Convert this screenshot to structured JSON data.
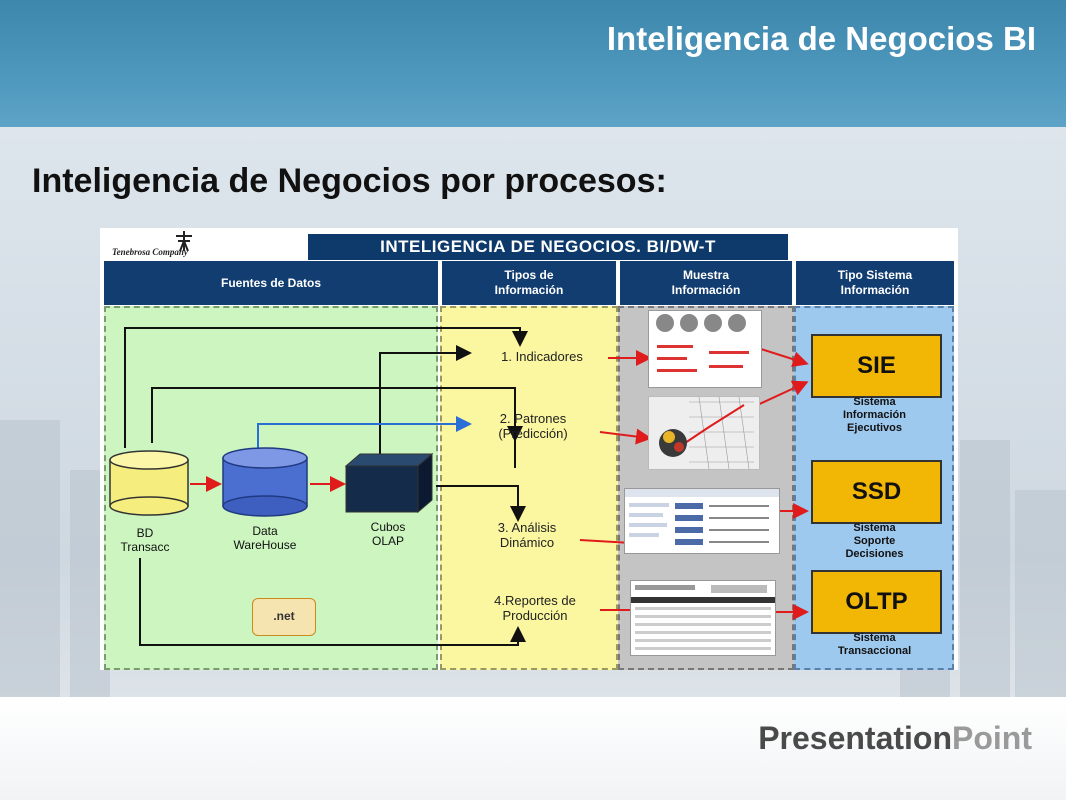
{
  "header": {
    "title": "Inteligencia de Negocios BI"
  },
  "slide": {
    "heading": "Inteligencia de Negocios por procesos:"
  },
  "diagram": {
    "logo_text": "Tenebrosa Company",
    "banner": "INTELIGENCIA DE NEGOCIOS. BI/DW-T",
    "columns": [
      "Fuentes de Datos",
      "Tipos de\nInformación",
      "Muestra\nInformación",
      "Tipo Sistema\nInformación"
    ],
    "sources": {
      "bd": "BD\nTransacc",
      "dw": "Data\nWareHouse",
      "olap": "Cubos\nOLAP",
      "net": ".net"
    },
    "info_types": [
      "1. Indicadores",
      "2. Patrones\n(Predicción)",
      "3. Análisis\nDinámico",
      "4.Reportes de\nProducción"
    ],
    "systems": [
      {
        "name": "SIE",
        "desc": "Sistema\nInformación\nEjecutivos"
      },
      {
        "name": "SSD",
        "desc": "Sistema\nSoporte\nDecisiones"
      },
      {
        "name": "OLTP",
        "desc": "Sistema\nTransaccional"
      }
    ]
  },
  "brand": {
    "part1": "Presentation",
    "part2": "Point"
  },
  "colors": {
    "header_blue": "#4a93b9",
    "banner_navy": "#0d3a6b",
    "col_green": "#ccf5c0",
    "col_yellow": "#fbf7a0",
    "col_gray": "#c4c4c4",
    "col_blue": "#9ec9ef",
    "system_gold": "#f2b705",
    "arrow_red": "#e01b1b",
    "arrow_blue": "#2a6fd6"
  }
}
